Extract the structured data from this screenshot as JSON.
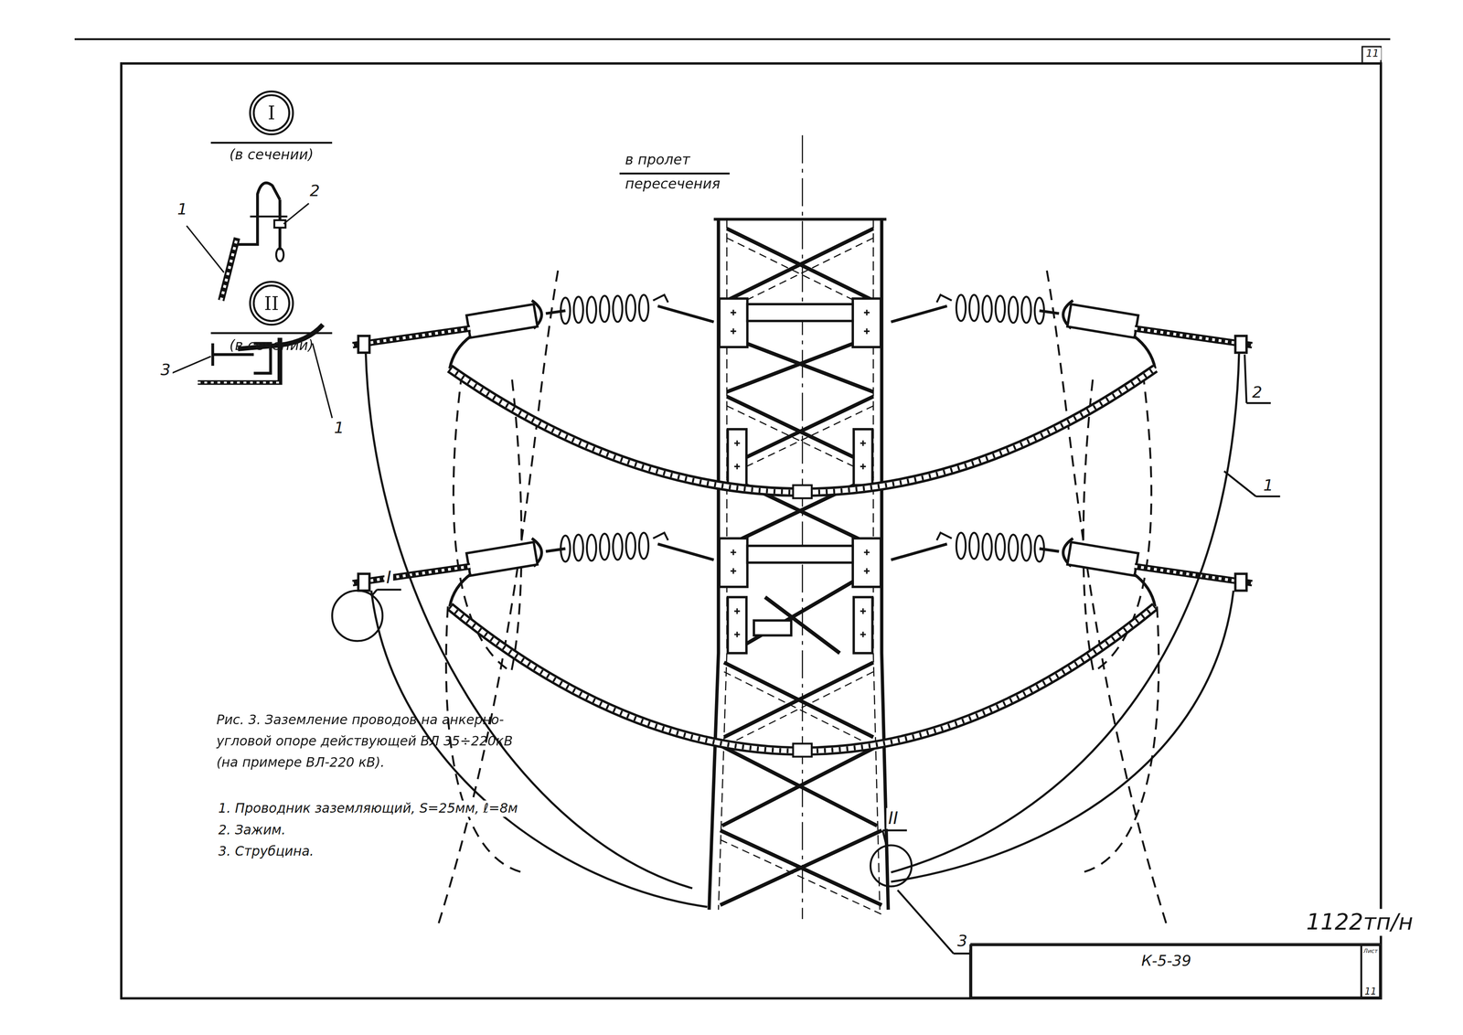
{
  "diagram": {
    "caption": "Рис. 3. Заземление проводов на анкерно-угловой опоре действующей ВЛ 35÷220кВ (на примере ВЛ-220 кВ).",
    "nodes": [
      {
        "text": [
          "I",
          "(в сечении)"
        ]
      },
      {
        "text": [
          "II",
          "(в сечении)"
        ]
      },
      {
        "text": [
          "К-5-39"
        ]
      },
      {
        "text": [
          "Лист",
          "11"
        ]
      }
    ],
    "edges": [],
    "labels": [
      "1",
      "2",
      "3",
      "1",
      "в пролет пересечения",
      "2",
      "1",
      "I",
      "II",
      "3",
      "1. Проводник заземляющий, S=25мм, ℓ=8м",
      "2. Зажим.",
      "3. Струбцина.",
      "1122тп/н",
      "11"
    ]
  }
}
